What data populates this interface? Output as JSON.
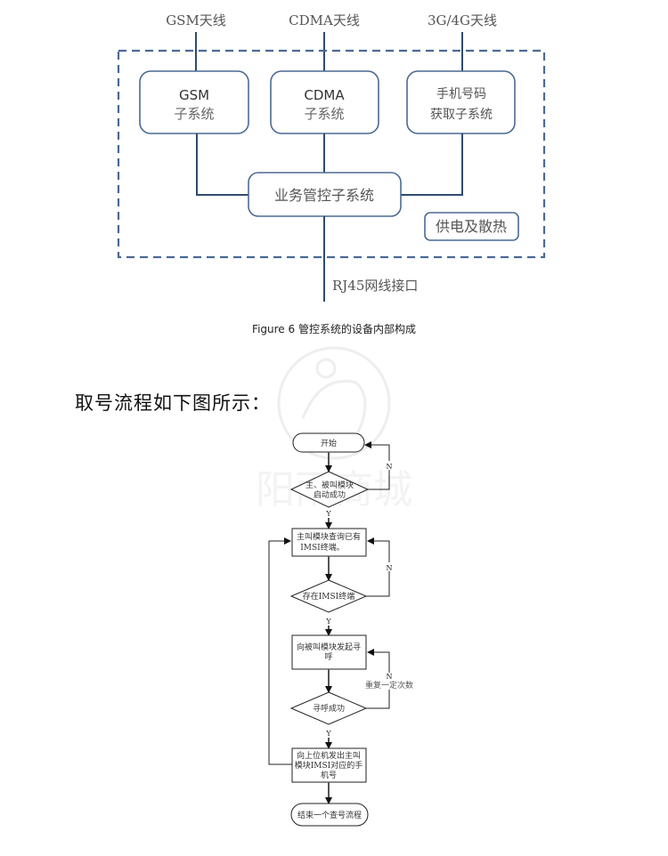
{
  "figure6": {
    "antennas": [
      "GSM天线",
      "CDMA天线",
      "3G/4G天线"
    ],
    "subsystems": [
      {
        "line1": "GSM",
        "line2": "子系统"
      },
      {
        "line1": "CDMA",
        "line2": "子系统"
      },
      {
        "line1": "手机号码",
        "line2": "获取子系统"
      }
    ],
    "control_subsystem": "业务管控子系统",
    "power_cooling": "供电及散热",
    "rj45_label": "RJ45网线接口",
    "caption": "Figure 6 管控系统的设备内部构成",
    "colors": {
      "line": "#2f4b6e",
      "box_border": "#4a6a94",
      "dash": "#4a6a94",
      "text": "#555555"
    }
  },
  "paragraph": "取号流程如下图所示：",
  "flowchart": {
    "start": "开始",
    "decision1": {
      "line1": "主、被叫模块",
      "line2": "启动成功"
    },
    "process1": {
      "line1": "主叫模块查询已有",
      "line2": "IMSI终端。"
    },
    "decision2": "存在IMSI终端",
    "process2": {
      "line1": "向被叫模块发起寻",
      "line2": "呼"
    },
    "retry_label": "重复一定次数",
    "decision3": "寻呼成功",
    "process3": {
      "line1": "向上位机发出主叫",
      "line2": "模块IMSI对应的手",
      "line3": "机号"
    },
    "end": "结束一个查号流程",
    "yes": "Y",
    "no": "N"
  }
}
